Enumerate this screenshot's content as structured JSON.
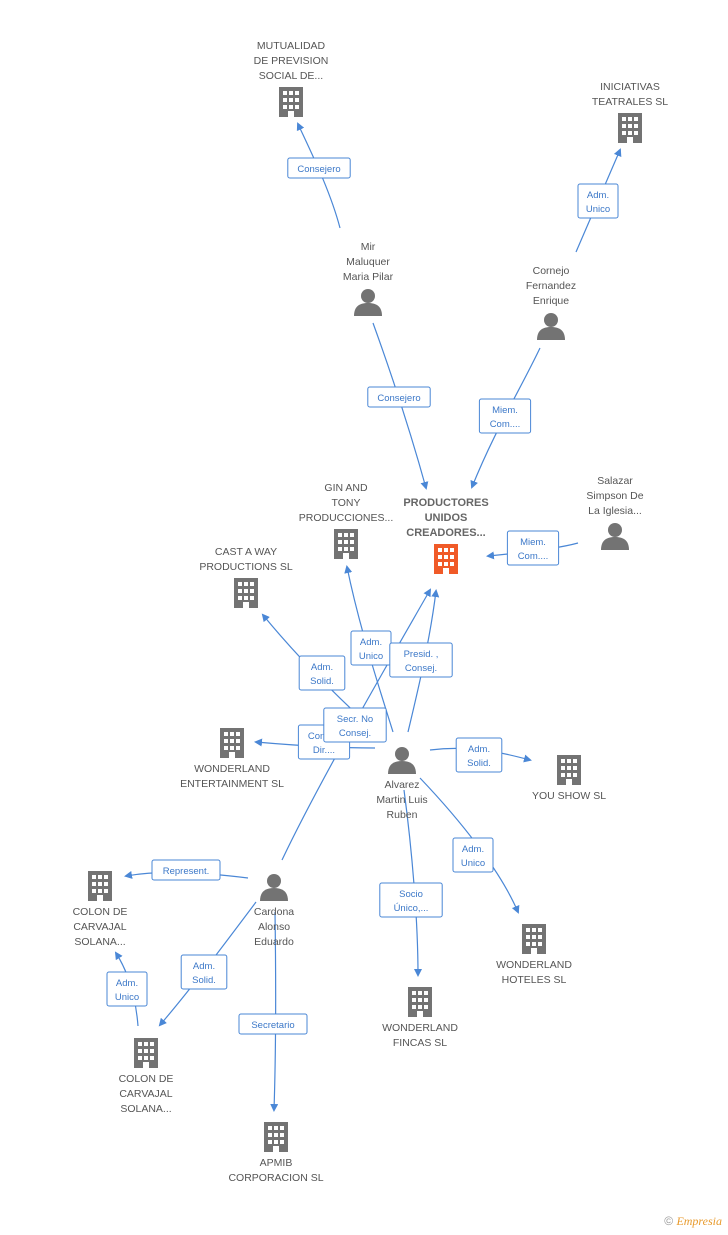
{
  "colors": {
    "building": "#737373",
    "highlight": "#f05a28",
    "person": "#737373",
    "edge": "#4a87d6"
  },
  "nodes": [
    {
      "id": "mutualidad",
      "type": "company",
      "lines": [
        "MUTUALIDAD",
        "DE PREVISION",
        "SOCIAL DE..."
      ]
    },
    {
      "id": "iniciativas",
      "type": "company",
      "lines": [
        "INICIATIVAS",
        "TEATRALES SL"
      ]
    },
    {
      "id": "mir",
      "type": "person",
      "lines": [
        "Mir",
        "Maluquer",
        "Maria Pilar"
      ]
    },
    {
      "id": "cornejo",
      "type": "person",
      "lines": [
        "Cornejo",
        "Fernandez",
        "Enrique"
      ]
    },
    {
      "id": "salazar",
      "type": "person",
      "lines": [
        "Salazar",
        "Simpson De",
        "La Iglesia..."
      ]
    },
    {
      "id": "productores",
      "type": "company",
      "main": true,
      "lines": [
        "PRODUCTORES",
        "UNIDOS",
        "CREADORES..."
      ]
    },
    {
      "id": "gin",
      "type": "company",
      "lines": [
        "GIN AND",
        "TONY",
        "PRODUCCIONES..."
      ]
    },
    {
      "id": "castaway",
      "type": "company",
      "lines": [
        "CAST A WAY",
        "PRODUCTIONS SL"
      ]
    },
    {
      "id": "wonderland_ent",
      "type": "company",
      "lines": [
        "WONDERLAND",
        "ENTERTAINMENT SL"
      ]
    },
    {
      "id": "alvarez",
      "type": "person",
      "lines": [
        "Alvarez",
        "Martin Luis",
        "Ruben"
      ]
    },
    {
      "id": "youshow",
      "type": "company",
      "lines": [
        "YOU SHOW  SL"
      ]
    },
    {
      "id": "cardona",
      "type": "person",
      "lines": [
        "Cardona",
        "Alonso",
        "Eduardo"
      ]
    },
    {
      "id": "colon1",
      "type": "company",
      "lines": [
        "COLON DE",
        "CARVAJAL",
        "SOLANA..."
      ]
    },
    {
      "id": "colon2",
      "type": "company",
      "lines": [
        "COLON DE",
        "CARVAJAL",
        "SOLANA..."
      ]
    },
    {
      "id": "apmib",
      "type": "company",
      "lines": [
        "APMIB",
        "CORPORACION SL"
      ]
    },
    {
      "id": "wonderland_fincas",
      "type": "company",
      "lines": [
        "WONDERLAND",
        "FINCAS  SL"
      ]
    },
    {
      "id": "wonderland_hoteles",
      "type": "company",
      "lines": [
        "WONDERLAND",
        "HOTELES SL"
      ]
    }
  ],
  "edges": [
    {
      "from": "mir",
      "to": "mutualidad",
      "label": [
        "Consejero"
      ]
    },
    {
      "from": "cornejo",
      "to": "iniciativas",
      "label": [
        "Adm.",
        "Unico"
      ]
    },
    {
      "from": "mir",
      "to": "productores",
      "label": [
        "Consejero"
      ]
    },
    {
      "from": "cornejo",
      "to": "productores",
      "label": [
        "Miem.",
        "Com...."
      ]
    },
    {
      "from": "salazar",
      "to": "productores",
      "label": [
        "Miem.",
        "Com...."
      ]
    },
    {
      "from": "alvarez",
      "to": "gin",
      "label": [
        "Adm.",
        "Unico"
      ]
    },
    {
      "from": "alvarez",
      "to": "productores",
      "label": [
        "Presid. ,",
        "Consej."
      ]
    },
    {
      "from": "alvarez",
      "to": "castaway",
      "label": [
        "Adm.",
        "Solid."
      ]
    },
    {
      "from": "alvarez",
      "to": "wonderland_ent",
      "label": [
        "Consej.",
        "Dir...."
      ]
    },
    {
      "from": "cardona",
      "to": "productores",
      "label": [
        "Secr.  No",
        "Consej."
      ]
    },
    {
      "from": "alvarez",
      "to": "youshow",
      "label": [
        "Adm.",
        "Solid."
      ]
    },
    {
      "from": "alvarez",
      "to": "wonderland_hoteles",
      "label": [
        "Adm.",
        "Unico"
      ]
    },
    {
      "from": "alvarez",
      "to": "wonderland_fincas",
      "label": [
        "Socio",
        "Único,..."
      ]
    },
    {
      "from": "cardona",
      "to": "colon1",
      "label": [
        "Represent."
      ]
    },
    {
      "from": "cardona",
      "to": "colon2",
      "label": [
        "Adm.",
        "Solid."
      ]
    },
    {
      "from": "colon2",
      "to": "colon1",
      "label": [
        "Adm.",
        "Unico"
      ]
    },
    {
      "from": "cardona",
      "to": "apmib",
      "label": [
        "Secretario"
      ]
    }
  ],
  "footer": {
    "copyright": "©",
    "brand": "Empresia"
  }
}
